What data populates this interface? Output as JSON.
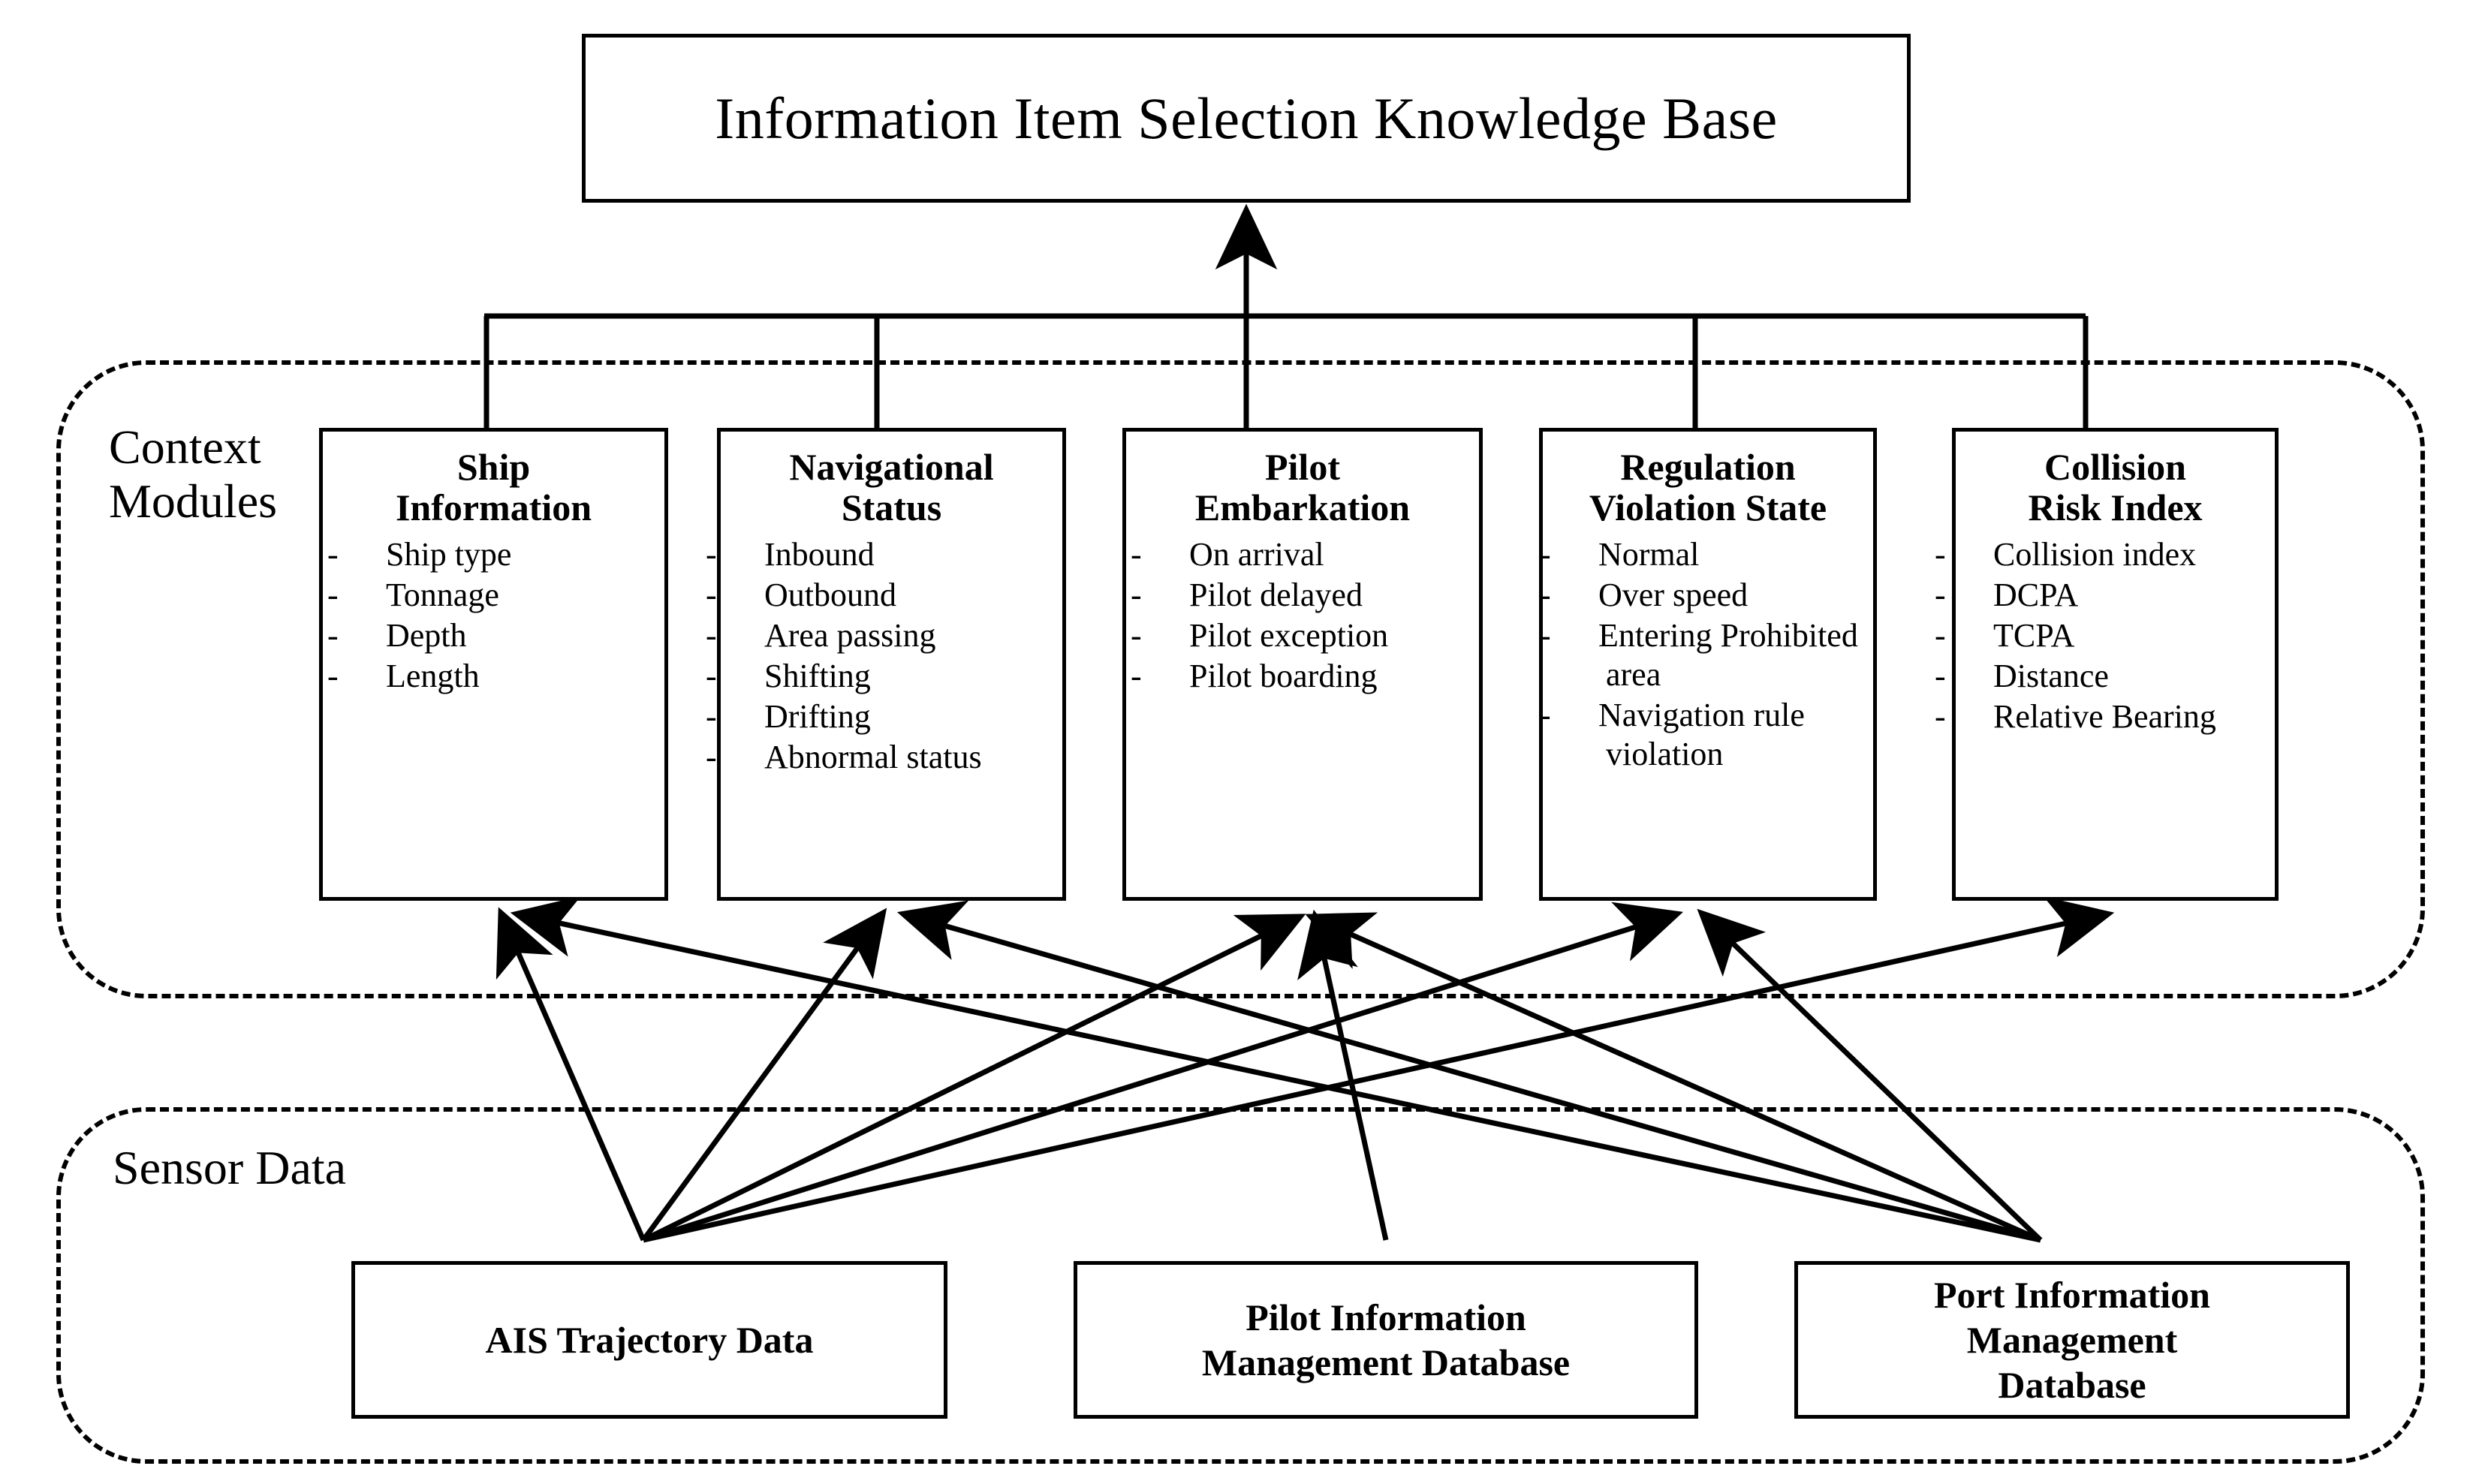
{
  "diagram": {
    "title_box": {
      "label": "Information Item Selection Knowledge Base"
    },
    "groups": {
      "context": {
        "label": "Context\nModules"
      },
      "sensor": {
        "label": "Sensor Data"
      }
    },
    "context_modules": [
      {
        "title": "Ship\nInformation",
        "items": [
          "Ship type",
          "Tonnage",
          "Depth",
          "Length"
        ]
      },
      {
        "title": "Navigational\nStatus",
        "items": [
          "Inbound",
          "Outbound",
          "Area passing",
          "Shifting",
          "Drifting",
          "Abnormal status"
        ]
      },
      {
        "title": "Pilot\nEmbarkation",
        "items": [
          "On arrival",
          "Pilot delayed",
          "Pilot exception",
          "Pilot boarding"
        ]
      },
      {
        "title": "Regulation\nViolation State",
        "items": [
          "Normal",
          "Over speed",
          "Entering Prohibited area",
          "Navigation rule violation"
        ]
      },
      {
        "title": "Collision\nRisk Index",
        "items": [
          "Collision index",
          "DCPA",
          "TCPA",
          "Distance",
          "Relative Bearing"
        ]
      }
    ],
    "sensor_sources": [
      {
        "label": "AIS Trajectory Data"
      },
      {
        "label": "Pilot Information\nManagement Database"
      },
      {
        "label": "Port Information\nManagement\nDatabase"
      }
    ],
    "bullet_marker": "-",
    "colors": {
      "line": "#000000",
      "background": "#ffffff"
    }
  }
}
